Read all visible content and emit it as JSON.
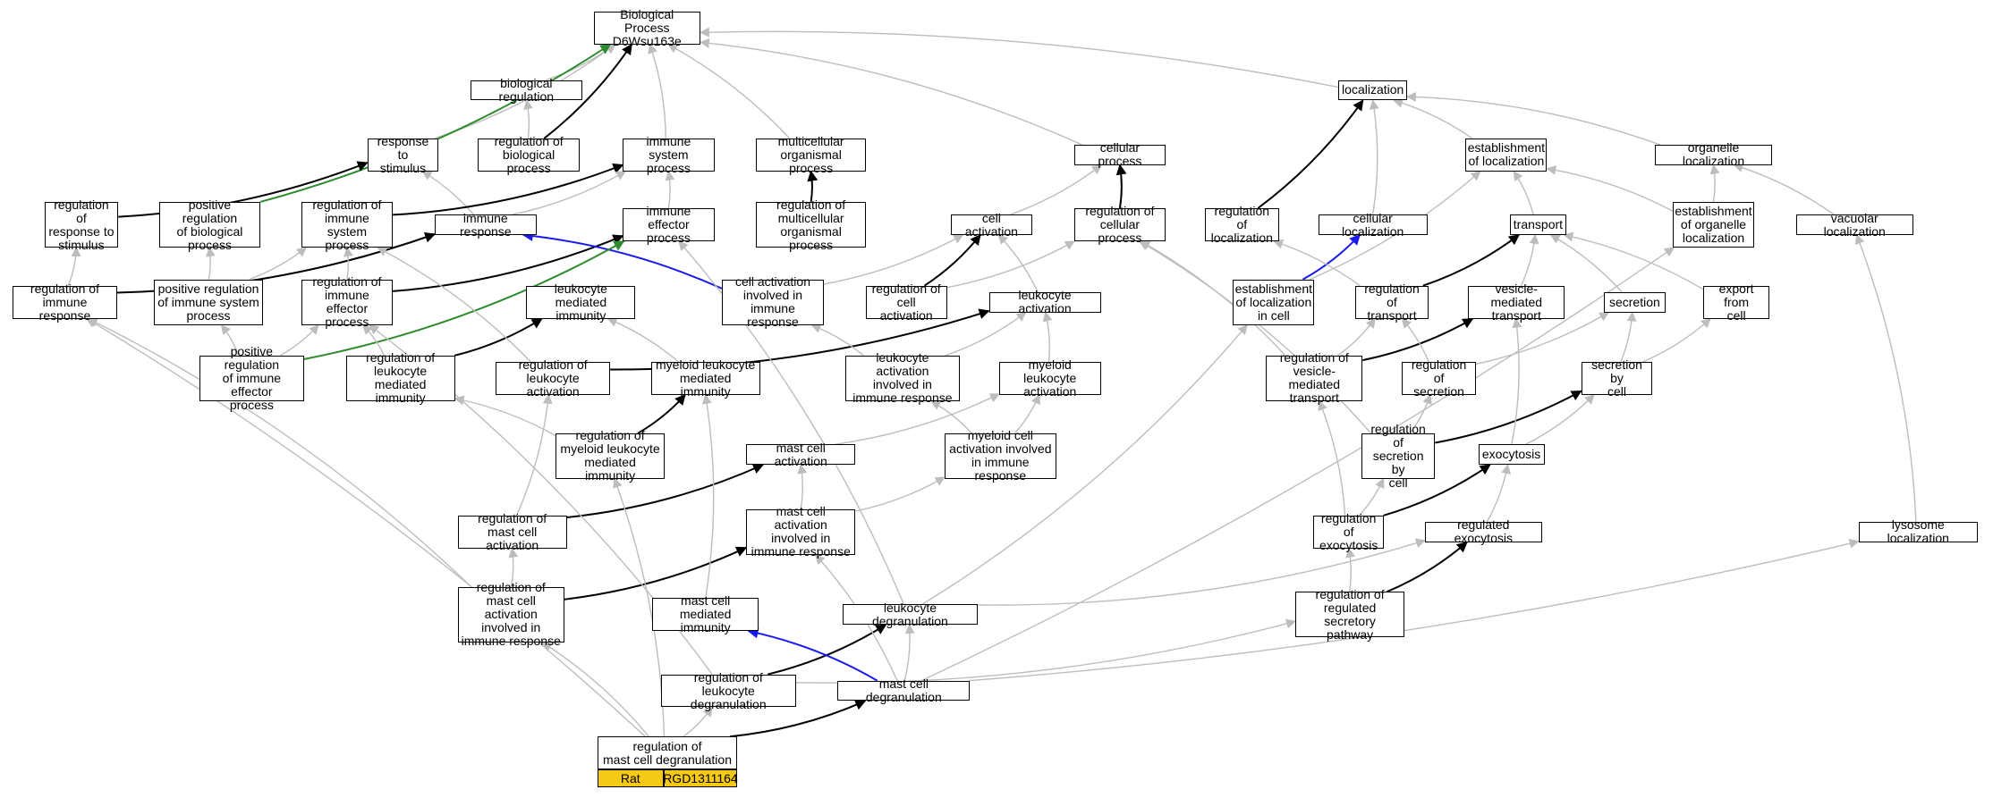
{
  "colors": {
    "background": "#ffffff",
    "gray_edge": "#bdbdbd",
    "black_edge": "#000000",
    "green_edge": "#2e8b2e",
    "blue_edge": "#1a1aee",
    "badge_fill": "#f5c915"
  },
  "badge": {
    "species": "Rat",
    "rgd_id": "RGD1311164"
  },
  "nodes": [
    {
      "id": "bp",
      "label": "Biological Process\nD6Wsu163e"
    },
    {
      "id": "bioreg",
      "label": "biological regulation"
    },
    {
      "id": "localization",
      "label": "localization"
    },
    {
      "id": "resp_stim",
      "label": "response to\nstimulus"
    },
    {
      "id": "reg_bio",
      "label": "regulation of\nbiological process"
    },
    {
      "id": "immune_sys",
      "label": "immune system\nprocess"
    },
    {
      "id": "multi_org",
      "label": "multicellular\norganismal process"
    },
    {
      "id": "cell_proc",
      "label": "cellular process"
    },
    {
      "id": "estab_loc",
      "label": "establishment\nof localization"
    },
    {
      "id": "org_loc",
      "label": "organelle localization"
    },
    {
      "id": "reg_resp_stim",
      "label": "regulation of\nresponse to\nstimulus"
    },
    {
      "id": "pos_reg_bio",
      "label": "positive regulation\nof biological\nprocess"
    },
    {
      "id": "reg_imm_sys",
      "label": "regulation of\nimmune system\nprocess"
    },
    {
      "id": "immune_resp",
      "label": "immune response"
    },
    {
      "id": "imm_eff",
      "label": "immune effector\nprocess"
    },
    {
      "id": "reg_multi",
      "label": "regulation of\nmulticellular\norganismal process"
    },
    {
      "id": "cell_act",
      "label": "cell activation"
    },
    {
      "id": "reg_cell_proc",
      "label": "regulation of\ncellular process"
    },
    {
      "id": "reg_loc",
      "label": "regulation of\nlocalization"
    },
    {
      "id": "cell_loc",
      "label": "cellular localization"
    },
    {
      "id": "transport",
      "label": "transport"
    },
    {
      "id": "estab_org_loc",
      "label": "establishment\nof organelle\nlocalization"
    },
    {
      "id": "vac_loc",
      "label": "vacuolar localization"
    },
    {
      "id": "reg_imm_resp",
      "label": "regulation of\nimmune response"
    },
    {
      "id": "pos_reg_imm_sys",
      "label": "positive regulation\nof immune system\nprocess"
    },
    {
      "id": "reg_imm_eff",
      "label": "regulation of\nimmune effector\nprocess"
    },
    {
      "id": "leuk_med_imm",
      "label": "leukocyte mediated\nimmunity"
    },
    {
      "id": "cell_act_imm",
      "label": "cell activation\ninvolved in\nimmune response"
    },
    {
      "id": "reg_cell_act",
      "label": "regulation of\ncell activation"
    },
    {
      "id": "leuk_act",
      "label": "leukocyte activation"
    },
    {
      "id": "estab_loc_cell",
      "label": "establishment\nof localization\nin cell"
    },
    {
      "id": "reg_transport",
      "label": "regulation of\ntransport"
    },
    {
      "id": "ves_transport",
      "label": "vesicle-mediated\ntransport"
    },
    {
      "id": "secretion",
      "label": "secretion"
    },
    {
      "id": "export_cell",
      "label": "export from\ncell"
    },
    {
      "id": "pos_reg_imm_eff",
      "label": "positive regulation\nof immune effector\nprocess"
    },
    {
      "id": "reg_leuk_med_imm",
      "label": "regulation of\nleukocyte mediated\nimmunity"
    },
    {
      "id": "reg_leuk_act",
      "label": "regulation of\nleukocyte activation"
    },
    {
      "id": "myel_leuk_med_imm",
      "label": "myeloid leukocyte\nmediated immunity"
    },
    {
      "id": "leuk_act_imm",
      "label": "leukocyte activation\ninvolved in\nimmune response"
    },
    {
      "id": "myel_leuk_act",
      "label": "myeloid leukocyte\nactivation"
    },
    {
      "id": "reg_ves_transport",
      "label": "regulation of\nvesicle-mediated\ntransport"
    },
    {
      "id": "reg_secretion",
      "label": "regulation of\nsecretion"
    },
    {
      "id": "secretion_cell",
      "label": "secretion by\ncell"
    },
    {
      "id": "reg_myel_imm",
      "label": "regulation of\nmyeloid leukocyte\nmediated immunity"
    },
    {
      "id": "mast_act",
      "label": "mast cell activation"
    },
    {
      "id": "myel_cell_act_imm",
      "label": "myeloid cell\nactivation involved\nin immune response"
    },
    {
      "id": "reg_sec_cell",
      "label": "regulation of\nsecretion by\ncell"
    },
    {
      "id": "exocytosis",
      "label": "exocytosis"
    },
    {
      "id": "reg_mast_act",
      "label": "regulation of\nmast cell activation"
    },
    {
      "id": "mast_act_imm",
      "label": "mast cell activation\ninvolved in\nimmune response"
    },
    {
      "id": "reg_exo",
      "label": "regulation of\nexocytosis"
    },
    {
      "id": "regulated_exo",
      "label": "regulated exocytosis"
    },
    {
      "id": "lyso_loc",
      "label": "lysosome localization"
    },
    {
      "id": "reg_mast_act_imm",
      "label": "regulation of\nmast cell activation\ninvolved in\nimmune response"
    },
    {
      "id": "mast_med_imm",
      "label": "mast cell mediated\nimmunity"
    },
    {
      "id": "leuk_degran",
      "label": "leukocyte degranulation"
    },
    {
      "id": "reg_reg_sec",
      "label": "regulation of\nregulated secretory\npathway"
    },
    {
      "id": "reg_leuk_degran",
      "label": "regulation of\nleukocyte degranulation"
    },
    {
      "id": "mast_degran",
      "label": "mast cell degranulation"
    },
    {
      "id": "reg_mast_degran",
      "label": "regulation of\nmast cell degranulation"
    }
  ],
  "edges": [
    {
      "from": "bioreg",
      "to": "bp",
      "type": "gray"
    },
    {
      "from": "localization",
      "to": "bp",
      "type": "gray"
    },
    {
      "from": "resp_stim",
      "to": "bp",
      "type": "gray"
    },
    {
      "from": "reg_bio",
      "to": "bp",
      "type": "black"
    },
    {
      "from": "immune_sys",
      "to": "bp",
      "type": "gray"
    },
    {
      "from": "multi_org",
      "to": "bp",
      "type": "gray"
    },
    {
      "from": "cell_proc",
      "to": "bp",
      "type": "gray"
    },
    {
      "from": "pos_reg_bio",
      "to": "bp",
      "type": "green"
    },
    {
      "from": "reg_bio",
      "to": "bioreg",
      "type": "gray"
    },
    {
      "from": "reg_resp_stim",
      "to": "resp_stim",
      "type": "black"
    },
    {
      "from": "immune_resp",
      "to": "resp_stim",
      "type": "gray"
    },
    {
      "from": "reg_imm_sys",
      "to": "immune_sys",
      "type": "black"
    },
    {
      "from": "imm_eff",
      "to": "immune_sys",
      "type": "gray"
    },
    {
      "from": "immune_resp",
      "to": "immune_sys",
      "type": "gray"
    },
    {
      "from": "reg_multi",
      "to": "multi_org",
      "type": "black"
    },
    {
      "from": "cell_act",
      "to": "cell_proc",
      "type": "gray"
    },
    {
      "from": "reg_cell_proc",
      "to": "cell_proc",
      "type": "black"
    },
    {
      "from": "estab_loc",
      "to": "localization",
      "type": "gray"
    },
    {
      "from": "org_loc",
      "to": "localization",
      "type": "gray"
    },
    {
      "from": "reg_loc",
      "to": "localization",
      "type": "black"
    },
    {
      "from": "cell_loc",
      "to": "localization",
      "type": "gray"
    },
    {
      "from": "transport",
      "to": "estab_loc",
      "type": "gray"
    },
    {
      "from": "estab_org_loc",
      "to": "estab_loc",
      "type": "gray"
    },
    {
      "from": "estab_org_loc",
      "to": "org_loc",
      "type": "gray"
    },
    {
      "from": "vac_loc",
      "to": "org_loc",
      "type": "gray"
    },
    {
      "from": "reg_imm_resp",
      "to": "immune_resp",
      "type": "black"
    },
    {
      "from": "reg_imm_resp",
      "to": "reg_resp_stim",
      "type": "gray"
    },
    {
      "from": "pos_reg_imm_sys",
      "to": "reg_imm_sys",
      "type": "gray"
    },
    {
      "from": "pos_reg_imm_sys",
      "to": "pos_reg_bio",
      "type": "gray"
    },
    {
      "from": "reg_imm_eff",
      "to": "imm_eff",
      "type": "black"
    },
    {
      "from": "reg_imm_eff",
      "to": "reg_imm_sys",
      "type": "gray"
    },
    {
      "from": "cell_act_imm",
      "to": "immune_resp",
      "type": "blue"
    },
    {
      "from": "cell_act_imm",
      "to": "cell_act",
      "type": "gray"
    },
    {
      "from": "reg_cell_act",
      "to": "cell_act",
      "type": "black"
    },
    {
      "from": "reg_cell_act",
      "to": "reg_cell_proc",
      "type": "gray"
    },
    {
      "from": "leuk_act",
      "to": "cell_act",
      "type": "gray"
    },
    {
      "from": "estab_loc_cell",
      "to": "cell_loc",
      "type": "blue"
    },
    {
      "from": "estab_loc_cell",
      "to": "estab_loc",
      "type": "gray"
    },
    {
      "from": "reg_transport",
      "to": "transport",
      "type": "black"
    },
    {
      "from": "reg_transport",
      "to": "reg_loc",
      "type": "gray"
    },
    {
      "from": "ves_transport",
      "to": "transport",
      "type": "gray"
    },
    {
      "from": "secretion",
      "to": "transport",
      "type": "gray"
    },
    {
      "from": "export_cell",
      "to": "transport",
      "type": "gray"
    },
    {
      "from": "pos_reg_imm_eff",
      "to": "imm_eff",
      "type": "green"
    },
    {
      "from": "pos_reg_imm_eff",
      "to": "reg_imm_eff",
      "type": "gray"
    },
    {
      "from": "pos_reg_imm_eff",
      "to": "pos_reg_imm_sys",
      "type": "gray"
    },
    {
      "from": "reg_leuk_med_imm",
      "to": "leuk_med_imm",
      "type": "black"
    },
    {
      "from": "reg_leuk_med_imm",
      "to": "reg_imm_eff",
      "type": "gray"
    },
    {
      "from": "reg_leuk_act",
      "to": "leuk_act",
      "type": "black"
    },
    {
      "from": "reg_leuk_act",
      "to": "reg_imm_sys",
      "type": "gray"
    },
    {
      "from": "myel_leuk_med_imm",
      "to": "leuk_med_imm",
      "type": "gray"
    },
    {
      "from": "leuk_act_imm",
      "to": "cell_act_imm",
      "type": "gray"
    },
    {
      "from": "leuk_act_imm",
      "to": "leuk_act",
      "type": "gray"
    },
    {
      "from": "myel_leuk_act",
      "to": "leuk_act",
      "type": "gray"
    },
    {
      "from": "reg_ves_transport",
      "to": "ves_transport",
      "type": "black"
    },
    {
      "from": "reg_ves_transport",
      "to": "reg_transport",
      "type": "gray"
    },
    {
      "from": "reg_ves_transport",
      "to": "reg_cell_proc",
      "type": "gray"
    },
    {
      "from": "reg_secretion",
      "to": "reg_transport",
      "type": "gray"
    },
    {
      "from": "reg_secretion",
      "to": "secretion",
      "type": "gray"
    },
    {
      "from": "secretion_cell",
      "to": "secretion",
      "type": "gray"
    },
    {
      "from": "secretion_cell",
      "to": "export_cell",
      "type": "gray"
    },
    {
      "from": "reg_myel_imm",
      "to": "myel_leuk_med_imm",
      "type": "black"
    },
    {
      "from": "reg_myel_imm",
      "to": "reg_leuk_med_imm",
      "type": "gray"
    },
    {
      "from": "mast_act",
      "to": "myel_leuk_act",
      "type": "gray"
    },
    {
      "from": "myel_cell_act_imm",
      "to": "myel_leuk_act",
      "type": "gray"
    },
    {
      "from": "myel_cell_act_imm",
      "to": "leuk_act_imm",
      "type": "gray"
    },
    {
      "from": "reg_sec_cell",
      "to": "secretion_cell",
      "type": "black"
    },
    {
      "from": "reg_sec_cell",
      "to": "reg_secretion",
      "type": "gray"
    },
    {
      "from": "reg_sec_cell",
      "to": "reg_cell_proc",
      "type": "gray"
    },
    {
      "from": "exocytosis",
      "to": "secretion_cell",
      "type": "gray"
    },
    {
      "from": "exocytosis",
      "to": "ves_transport",
      "type": "gray"
    },
    {
      "from": "reg_mast_act",
      "to": "mast_act",
      "type": "black"
    },
    {
      "from": "reg_mast_act",
      "to": "reg_leuk_act",
      "type": "gray"
    },
    {
      "from": "mast_act_imm",
      "to": "mast_act",
      "type": "gray"
    },
    {
      "from": "mast_act_imm",
      "to": "myel_cell_act_imm",
      "type": "gray"
    },
    {
      "from": "reg_exo",
      "to": "exocytosis",
      "type": "black"
    },
    {
      "from": "reg_exo",
      "to": "reg_sec_cell",
      "type": "gray"
    },
    {
      "from": "reg_exo",
      "to": "reg_ves_transport",
      "type": "gray"
    },
    {
      "from": "regulated_exo",
      "to": "exocytosis",
      "type": "gray"
    },
    {
      "from": "lyso_loc",
      "to": "vac_loc",
      "type": "gray"
    },
    {
      "from": "reg_mast_act_imm",
      "to": "mast_act_imm",
      "type": "black"
    },
    {
      "from": "reg_mast_act_imm",
      "to": "reg_mast_act",
      "type": "gray"
    },
    {
      "from": "reg_mast_act_imm",
      "to": "reg_imm_resp",
      "type": "gray"
    },
    {
      "from": "mast_med_imm",
      "to": "myel_leuk_med_imm",
      "type": "gray"
    },
    {
      "from": "leuk_degran",
      "to": "estab_loc_cell",
      "type": "gray"
    },
    {
      "from": "leuk_degran",
      "to": "imm_eff",
      "type": "gray"
    },
    {
      "from": "leuk_degran",
      "to": "regulated_exo",
      "type": "gray"
    },
    {
      "from": "reg_reg_sec",
      "to": "regulated_exo",
      "type": "black"
    },
    {
      "from": "reg_reg_sec",
      "to": "reg_exo",
      "type": "gray"
    },
    {
      "from": "reg_leuk_degran",
      "to": "leuk_degran",
      "type": "black"
    },
    {
      "from": "reg_leuk_degran",
      "to": "reg_reg_sec",
      "type": "gray"
    },
    {
      "from": "reg_leuk_degran",
      "to": "reg_imm_eff",
      "type": "gray"
    },
    {
      "from": "mast_degran",
      "to": "mast_med_imm",
      "type": "blue"
    },
    {
      "from": "mast_degran",
      "to": "leuk_degran",
      "type": "gray"
    },
    {
      "from": "mast_degran",
      "to": "mast_act_imm",
      "type": "gray"
    },
    {
      "from": "mast_degran",
      "to": "lyso_loc",
      "type": "gray"
    },
    {
      "from": "mast_degran",
      "to": "estab_org_loc",
      "type": "gray"
    },
    {
      "from": "reg_mast_degran",
      "to": "mast_degran",
      "type": "black"
    },
    {
      "from": "reg_mast_degran",
      "to": "reg_leuk_degran",
      "type": "gray"
    },
    {
      "from": "reg_mast_degran",
      "to": "reg_mast_act_imm",
      "type": "gray"
    },
    {
      "from": "reg_mast_degran",
      "to": "reg_myel_imm",
      "type": "gray"
    },
    {
      "from": "reg_mast_degran",
      "to": "reg_imm_resp",
      "type": "gray"
    }
  ]
}
